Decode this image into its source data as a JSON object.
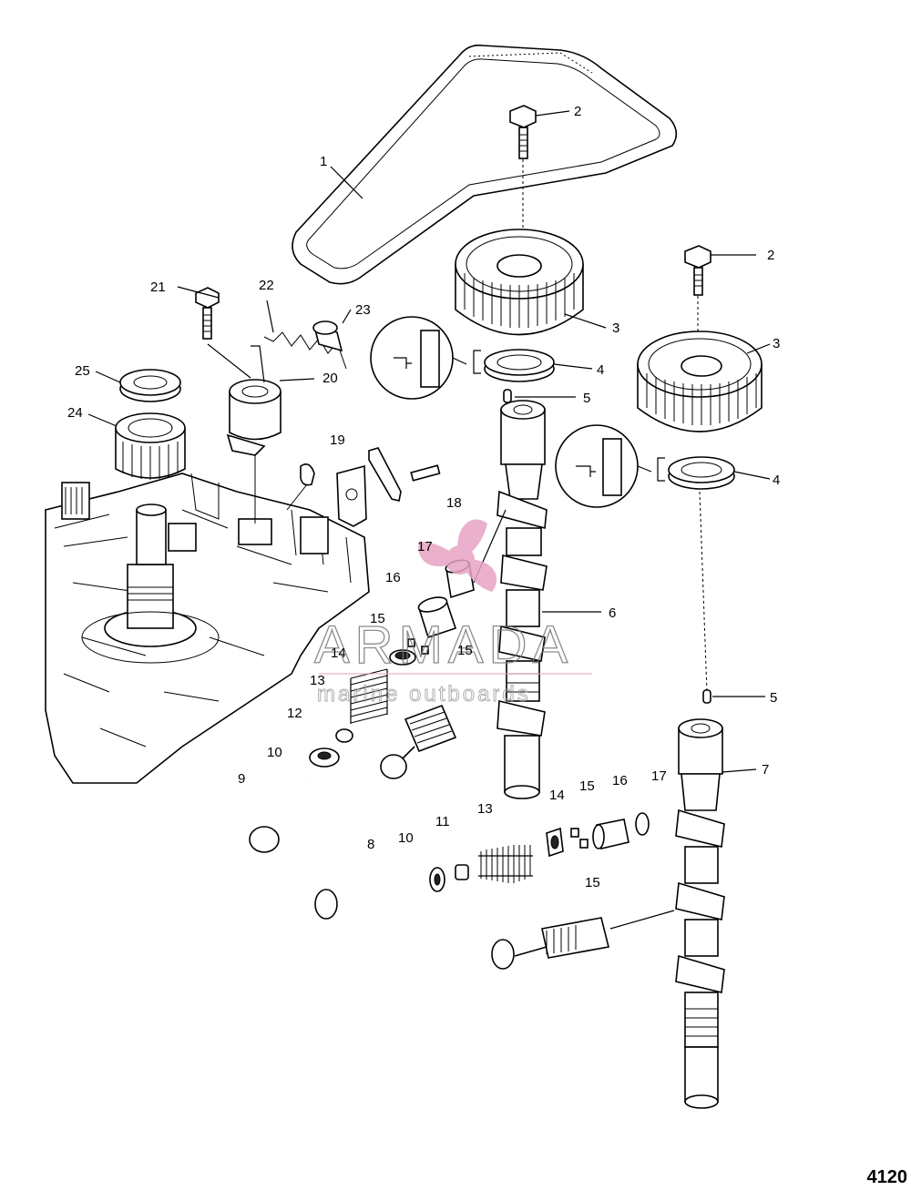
{
  "labels": {
    "belt": "1",
    "bolt_top": "2",
    "bolt_right": "2",
    "sprocket_top": "3",
    "sprocket_right": "3",
    "washer_top": "4",
    "washer_right": "4",
    "pin_top": "5",
    "pin_right": "5",
    "camshaft_exhaust": "6",
    "camshaft_intake": "7",
    "valve_intake": "8",
    "valve_exhaust": "9",
    "seat_left": "10",
    "seat_bottom": "10",
    "seal": "11",
    "seal_left": "12",
    "spring_left": "13",
    "spring_bottom": "13",
    "retainer_left": "14",
    "retainer_bottom": "14",
    "keeper_left_a": "15",
    "keeper_left_b": "15",
    "keeper_bottom_a": "15",
    "keeper_bottom_b": "15",
    "lifter_left": "16",
    "lifter_bottom": "16",
    "shim_left": "17",
    "shim_bottom": "17",
    "bracket": "18",
    "plate": "19",
    "tensioner": "20",
    "tensioner_bolt": "21",
    "tensioner_spring": "22",
    "sleeve": "23",
    "crank_sprocket": "24",
    "nut": "25"
  },
  "watermark": {
    "brand": "ARMADA",
    "tagline": "marine outboards",
    "brand_color": "#e7a3c4"
  },
  "figure_number": "4120"
}
